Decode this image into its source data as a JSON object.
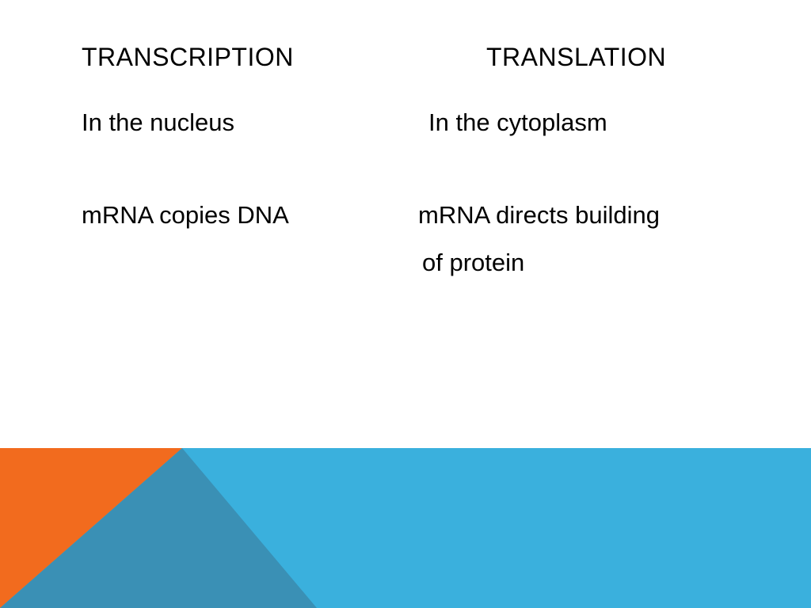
{
  "slide": {
    "headings": {
      "left": "TRANSCRIPTION",
      "right": "TRANSLATION"
    },
    "rows": {
      "left_1": "In the nucleus",
      "right_1": "In the cytoplasm",
      "left_2": "mRNA copies DNA",
      "right_2_line1": "mRNA directs building",
      "right_2_line2": "of protein"
    }
  },
  "colors": {
    "background": "#ffffff",
    "band_blue": "#3ab0dd",
    "band_orange": "#f26b1e",
    "band_overlap": "#3a90b5",
    "text": "#000000"
  }
}
